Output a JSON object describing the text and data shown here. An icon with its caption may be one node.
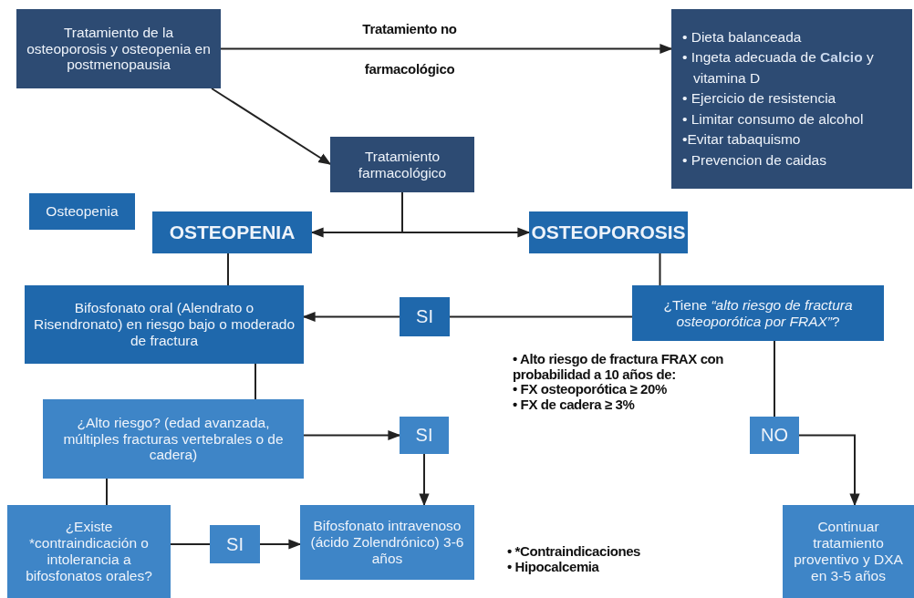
{
  "diagram": {
    "nodes": [
      {
        "text": [
          "Tratamiento de la osteoporosis y osteopenia en postmenopausia"
        ]
      },
      {
        "text": [
          "• Dieta balanceada",
          "• Ingeta adecuada de **Calcio** y vitamina D",
          "• Ejercicio de resistencia",
          "• Limitar consumo de alcohol",
          "•Evitar tabaquismo",
          "• Prevencion de caidas"
        ]
      },
      {
        "text": [
          "Tratamiento farmacológico"
        ]
      },
      {
        "text": [
          "Osteopenia"
        ]
      },
      {
        "text": [
          "OSTEOPENIA"
        ]
      },
      {
        "text": [
          "OSTEOPOROSIS"
        ]
      },
      {
        "text": [
          "Bifosfonato oral (Alendrato o Risendronato) en riesgo bajo o moderado de fractura"
        ]
      },
      {
        "text": [
          "SI"
        ]
      },
      {
        "text": [
          "¿Tiene *“alto riesgo de fractura osteoporótica por FRAX”*?"
        ]
      },
      {
        "text": [
          "¿Alto riesgo? (edad avanzada, múltiples fracturas vertebrales o de cadera)"
        ]
      },
      {
        "text": [
          "SI"
        ]
      },
      {
        "text": [
          "NO"
        ]
      },
      {
        "text": [
          "¿Existe *contraindicación o intolerancia a bifosfonatos orales?"
        ]
      },
      {
        "text": [
          "SI"
        ]
      },
      {
        "text": [
          "Bifosfonato intravenoso (ácido Zolendrónico) 3-6 años"
        ]
      },
      {
        "text": [
          "Continuar tratamiento proventivo y DXA en 3-5 años"
        ]
      }
    ],
    "edges": [
      {
        "from": 0,
        "to": 1,
        "arrow": "to",
        "label": "Tratamiento no farmacológico"
      },
      {
        "from": 0,
        "to": 2,
        "arrow": "to"
      },
      {
        "from": 2,
        "to": 4,
        "arrow": "to"
      },
      {
        "from": 2,
        "to": 5,
        "arrow": "to"
      },
      {
        "from": 4,
        "to": 6,
        "arrow": "none"
      },
      {
        "from": 5,
        "to": 8,
        "arrow": "none"
      },
      {
        "from": 8,
        "to": 7,
        "arrow": "none"
      },
      {
        "from": 7,
        "to": 6,
        "arrow": "to"
      },
      {
        "from": 6,
        "to": 9,
        "arrow": "none"
      },
      {
        "from": 9,
        "to": 10,
        "arrow": "to"
      },
      {
        "from": 10,
        "to": 14,
        "arrow": "to"
      },
      {
        "from": 8,
        "to": 11,
        "arrow": "none"
      },
      {
        "from": 11,
        "to": 15,
        "arrow": "to"
      },
      {
        "from": 9,
        "to": 12,
        "arrow": "none"
      },
      {
        "from": 12,
        "to": 13,
        "arrow": "none"
      },
      {
        "from": 13,
        "to": 14,
        "arrow": "to"
      }
    ],
    "labels": [
      "• Alto riesgo de fractura FRAX con probabilidad a 10 años de:",
      "• FX osteoporótica ≥ 20%",
      "• FX de cadera ≥ 3%",
      "• *Contraindicaciones",
      "• Hipocalcemia"
    ]
  }
}
